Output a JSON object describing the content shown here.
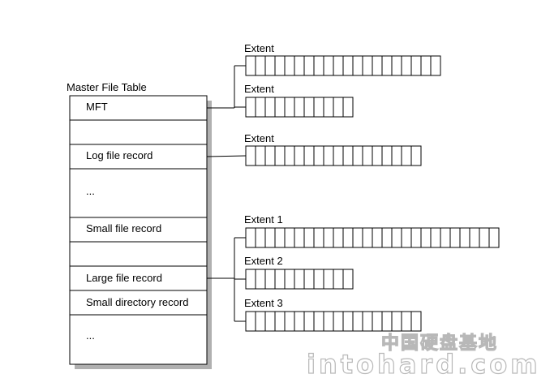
{
  "mft": {
    "title": "Master File Table",
    "rows": [
      "MFT",
      "",
      "Log file record",
      "...",
      "Small file record",
      "",
      "Large file record",
      "Small directory record",
      "..."
    ]
  },
  "extents": [
    {
      "label": "Extent",
      "cells": 20,
      "record": 0
    },
    {
      "label": "Extent",
      "cells": 11,
      "record": 0
    },
    {
      "label": "Extent",
      "cells": 18,
      "record": 2
    },
    {
      "label": "Extent 1",
      "cells": 26,
      "record": 6
    },
    {
      "label": "Extent 2",
      "cells": 11,
      "record": 6
    },
    {
      "label": "Extent 3",
      "cells": 18,
      "record": 6
    }
  ],
  "watermark": {
    "chinese": "中国硬盘基地",
    "domain": "intohard.com"
  },
  "colors": {
    "line": "#000000",
    "shadow": "#b0b0b0",
    "watermark": "#b8b8b8"
  }
}
